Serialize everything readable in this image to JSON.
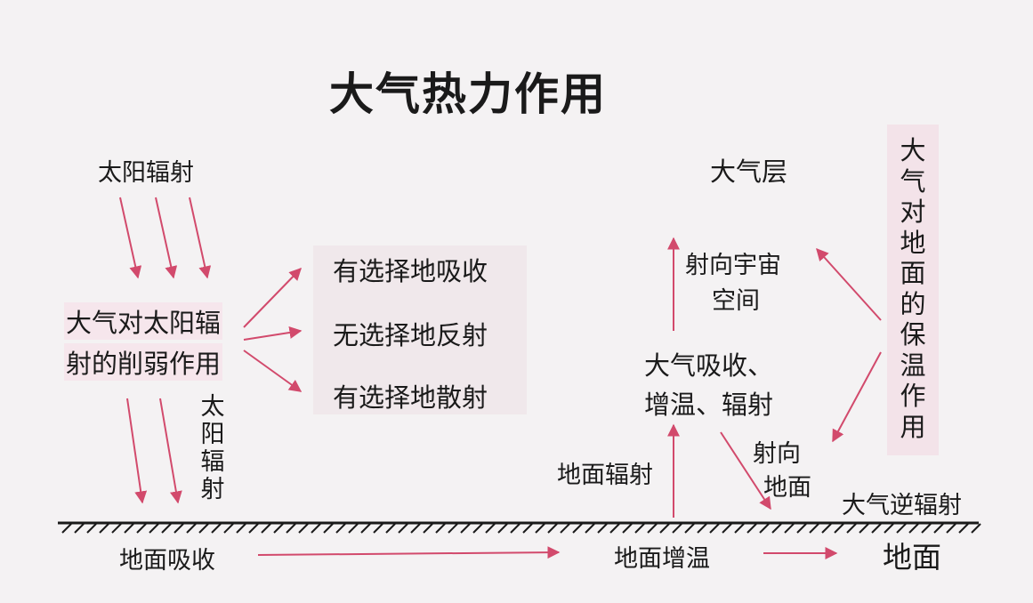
{
  "diagram": {
    "title": "大气热力作用",
    "solar_radiation": "太阳辐射",
    "weakening_line1": "大气对太阳辐",
    "weakening_line2": "射的削弱作用",
    "effects": [
      "有选择地吸收",
      "无选择地反射",
      "有选择地散射"
    ],
    "solar_radiation_vertical": "太阳辐射",
    "atmosphere": "大气层",
    "to_space_line1": "射向宇宙",
    "to_space_line2": "空间",
    "absorb_line1": "大气吸收、",
    "absorb_line2": "增温、辐射",
    "ground_radiation": "地面辐射",
    "to_ground_line1": "射向",
    "to_ground_line2": "地面",
    "counter_radiation": "大气逆辐射",
    "insulation_vertical": "大气对地面的保温作用",
    "ground_absorb": "地面吸收",
    "ground_warm": "地面增温",
    "ground": "地面"
  },
  "colors": {
    "arrow": "#d24a6c",
    "highlight": "#f6e6ec",
    "text": "#1a1a1a"
  }
}
